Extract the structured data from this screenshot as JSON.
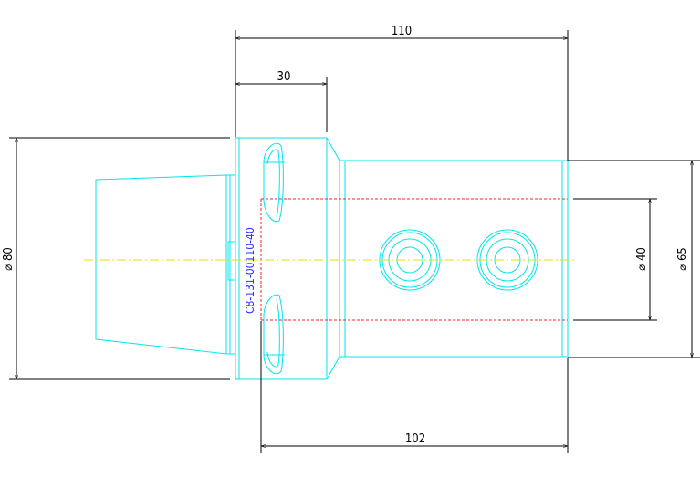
{
  "drawing": {
    "part_number": "C8-131-00110-40",
    "colors": {
      "outline": "#00e5ee",
      "dimension": "#000000",
      "hidden_bore": "#ff2020",
      "centerline": "#e8e000",
      "part_label": "#3030ff"
    },
    "dimensions": {
      "overall_length": "110",
      "flange_length": "30",
      "bore_depth": "102",
      "flange_diameter": "⌀ 80",
      "bore_diameter": "⌀ 40",
      "body_diameter": "⌀ 65"
    }
  }
}
